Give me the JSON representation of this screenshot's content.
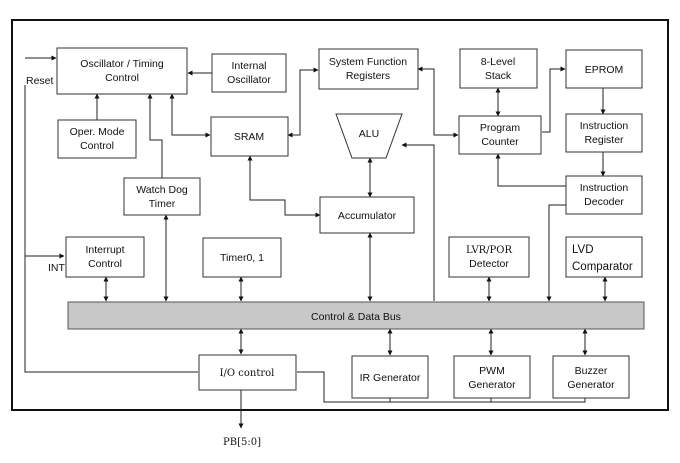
{
  "blocks": {
    "osc_timing": [
      "Oscillator / Timing",
      "Control"
    ],
    "internal_osc": [
      "Internal",
      "Oscillator"
    ],
    "sys_func_reg": [
      "System Function",
      "Registers"
    ],
    "stack": [
      "8-Level",
      "Stack"
    ],
    "eprom": [
      "EPROM"
    ],
    "oper_mode": [
      "Oper. Mode",
      "Control"
    ],
    "sram": [
      "SRAM"
    ],
    "alu": [
      "ALU"
    ],
    "program_counter": [
      "Program",
      "Counter"
    ],
    "instruction_register": [
      "Instruction",
      "Register"
    ],
    "watchdog": [
      "Watch Dog",
      "Timer"
    ],
    "instruction_decoder": [
      "Instruction",
      "Decoder"
    ],
    "accumulator": [
      "Accumulator"
    ],
    "interrupt": [
      "Interrupt",
      "Control"
    ],
    "timer": [
      "Timer0, 1"
    ],
    "lvr_por": [
      "LVR/POR",
      "Detector"
    ],
    "lvd": [
      "LVD",
      "Comparator"
    ],
    "bus": [
      "Control & Data Bus"
    ],
    "io_control": [
      "I/O control"
    ],
    "ir_gen": [
      "IR Generator"
    ],
    "pwm_gen": [
      "PWM",
      "Generator"
    ],
    "buzzer_gen": [
      "Buzzer",
      "Generator"
    ]
  },
  "signals": {
    "reset": "Reset",
    "int": "INT",
    "pb": "PB[5:0]"
  }
}
